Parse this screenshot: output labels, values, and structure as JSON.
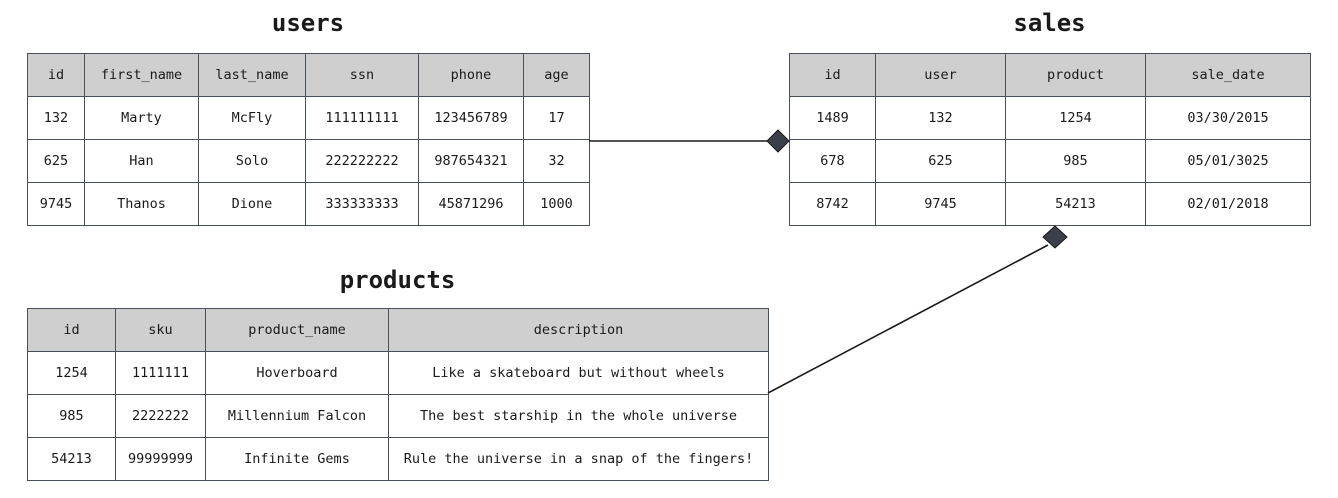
{
  "tables": {
    "users": {
      "title": "users",
      "columns": [
        "id",
        "first_name",
        "last_name",
        "ssn",
        "phone",
        "age"
      ],
      "rows": [
        [
          "132",
          "Marty",
          "McFly",
          "111111111",
          "123456789",
          "17"
        ],
        [
          "625",
          "Han",
          "Solo",
          "222222222",
          "987654321",
          "32"
        ],
        [
          "9745",
          "Thanos",
          "Dione",
          "333333333",
          "45871296",
          "1000"
        ]
      ]
    },
    "sales": {
      "title": "sales",
      "columns": [
        "id",
        "user",
        "product",
        "sale_date"
      ],
      "rows": [
        [
          "1489",
          "132",
          "1254",
          "03/30/2015"
        ],
        [
          "678",
          "625",
          "985",
          "05/01/3025"
        ],
        [
          "8742",
          "9745",
          "54213",
          "02/01/2018"
        ]
      ]
    },
    "products": {
      "title": "products",
      "columns": [
        "id",
        "sku",
        "product_name",
        "description"
      ],
      "rows": [
        [
          "1254",
          "1111111",
          "Hoverboard",
          "Like a skateboard but without wheels"
        ],
        [
          "985",
          "2222222",
          "Millennium Falcon",
          "The best starship in the whole universe"
        ],
        [
          "54213",
          "99999999",
          "Infinite Gems",
          "Rule the universe in a snap of the fingers!"
        ]
      ]
    }
  },
  "relationships": [
    {
      "from": "users",
      "to": "sales"
    },
    {
      "from": "products",
      "to": "sales"
    }
  ],
  "colors": {
    "header_bg": "#cfcfcf",
    "border": "#4a4f5c",
    "connector": "#1a1a1a",
    "diamond": "#3b3f4a"
  }
}
